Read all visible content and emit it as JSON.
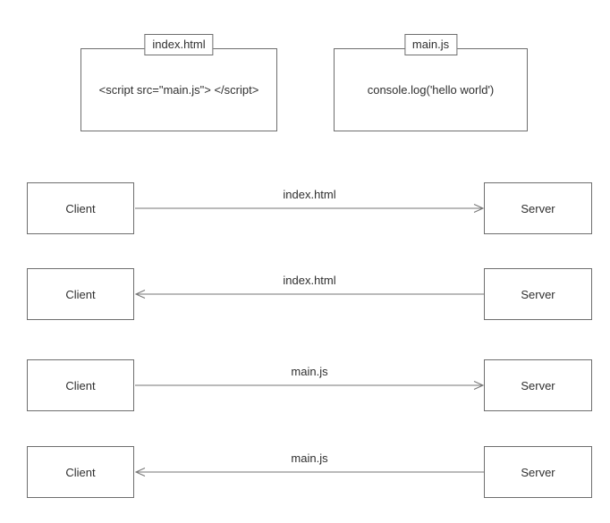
{
  "colors": {
    "border": "#6e6e6e",
    "line": "#757575",
    "text": "#2f2f2f",
    "background": "#ffffff"
  },
  "files": [
    {
      "tab": "index.html",
      "content": "<script src=\"main.js\"> </script>"
    },
    {
      "tab": "main.js",
      "content": "console.log('hello world')"
    }
  ],
  "exchanges": [
    {
      "from": "Client",
      "to": "Server",
      "label": "index.html",
      "direction": "right"
    },
    {
      "from": "Client",
      "to": "Server",
      "label": "index.html",
      "direction": "left"
    },
    {
      "from": "Client",
      "to": "Server",
      "label": "main.js",
      "direction": "right"
    },
    {
      "from": "Client",
      "to": "Server",
      "label": "main.js",
      "direction": "left"
    }
  ]
}
